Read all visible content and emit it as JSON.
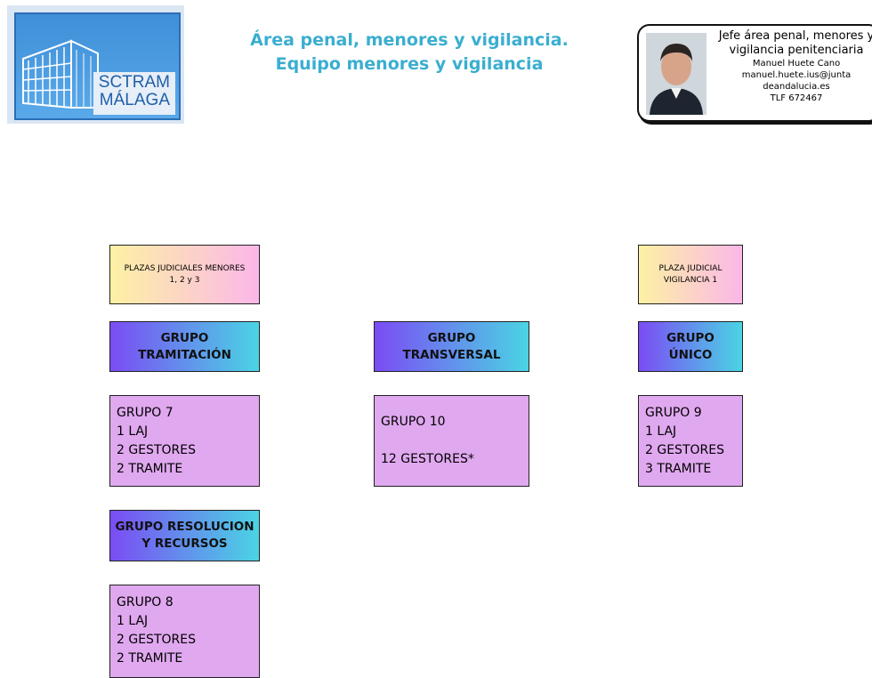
{
  "header": {
    "logo": {
      "line1": "SCTRAM",
      "line2": "MÁLAGA"
    },
    "title_line1": "Área penal, menores y vigilancia.",
    "title_line2": "Equipo menores y vigilancia"
  },
  "chief": {
    "role_line1": "Jefe área penal, menores y",
    "role_line2": "vigilancia penitenciaria",
    "name": "Manuel Huete Cano",
    "email_line1": "manuel.huete.ius@junta",
    "email_line2": "deandalucia.es",
    "phone": "TLF 672467"
  },
  "columns": {
    "left": {
      "plaza_line1": "PLAZAS JUDICIALES MENORES",
      "plaza_line2": "1, 2 y 3",
      "group1_line1": "GRUPO",
      "group1_line2": "TRAMITACIÓN",
      "detail1": [
        "GRUPO 7",
        "1 LAJ",
        "2 GESTORES",
        "2 TRAMITE"
      ],
      "group2_line1": "GRUPO RESOLUCION",
      "group2_line2": "Y RECURSOS",
      "detail2": [
        "GRUPO 8",
        "1 LAJ",
        "2 GESTORES",
        "2 TRAMITE"
      ]
    },
    "center": {
      "group": "GRUPO TRANSVERSAL",
      "detail_line1": "GRUPO 10",
      "detail_line2": "12 GESTORES*"
    },
    "right": {
      "plaza_line1": "PLAZA JUDICIAL",
      "plaza_line2": "VIGILANCIA 1",
      "group_line1": "GRUPO",
      "group_line2": "ÚNICO",
      "detail": [
        "GRUPO 9",
        "1 LAJ",
        "2 GESTORES",
        "3 TRAMITE"
      ]
    }
  }
}
